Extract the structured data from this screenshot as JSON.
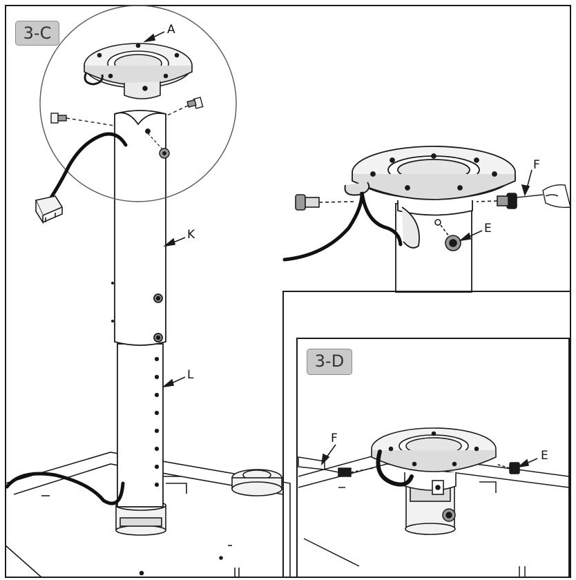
{
  "steps": {
    "c": "3-C",
    "d": "3-D"
  },
  "callouts": {
    "a": "A",
    "k": "K",
    "l": "L",
    "f_top": "F",
    "e_top": "E",
    "f_bottom": "F",
    "e_bottom": "E"
  },
  "colors": {
    "line": "#1a1a1a",
    "cable": "#111111",
    "badge_fill": "#c9c9c9",
    "badge_border": "#8a8a8a",
    "metal": "#f2f2f2",
    "shadow": "#9a9a9a"
  }
}
